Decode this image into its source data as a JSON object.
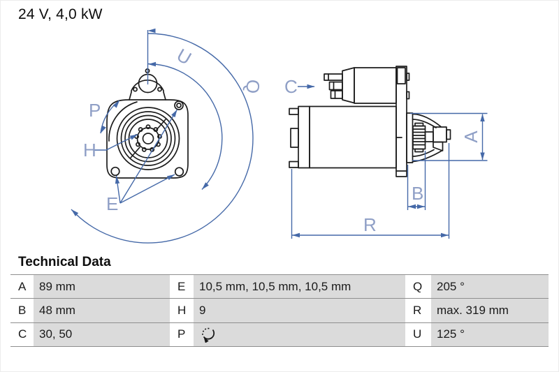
{
  "title": "24 V, 4,0 kW",
  "colors": {
    "dimension_blue": "#4569a8",
    "dimension_label_blue": "#8f9fc6",
    "drawing_black": "#1c1c1c",
    "table_cell_gray": "#dbdbdb",
    "table_line_gray": "#8e8e8e"
  },
  "drawing": {
    "front_view_labels": {
      "u": "U",
      "q": "Q",
      "p": "P",
      "h": "H",
      "e": "E"
    },
    "side_view_labels": {
      "c": "C",
      "a": "A",
      "b": "B",
      "r": "R"
    }
  },
  "technical_data": {
    "heading": "Technical Data",
    "rows": [
      {
        "cells": [
          {
            "k": "A",
            "v": "89 mm"
          },
          {
            "k": "E",
            "v": "10,5 mm, 10,5 mm, 10,5 mm"
          },
          {
            "k": "Q",
            "v": "205 °"
          }
        ]
      },
      {
        "cells": [
          {
            "k": "B",
            "v": "48 mm"
          },
          {
            "k": "H",
            "v": "9"
          },
          {
            "k": "R",
            "v": "max. 319 mm"
          }
        ]
      },
      {
        "cells": [
          {
            "k": "C",
            "v": "30, 50"
          },
          {
            "k": "P",
            "v": "",
            "icon": "rotation-direction-ccw"
          },
          {
            "k": "U",
            "v": "125 °"
          }
        ]
      }
    ]
  }
}
